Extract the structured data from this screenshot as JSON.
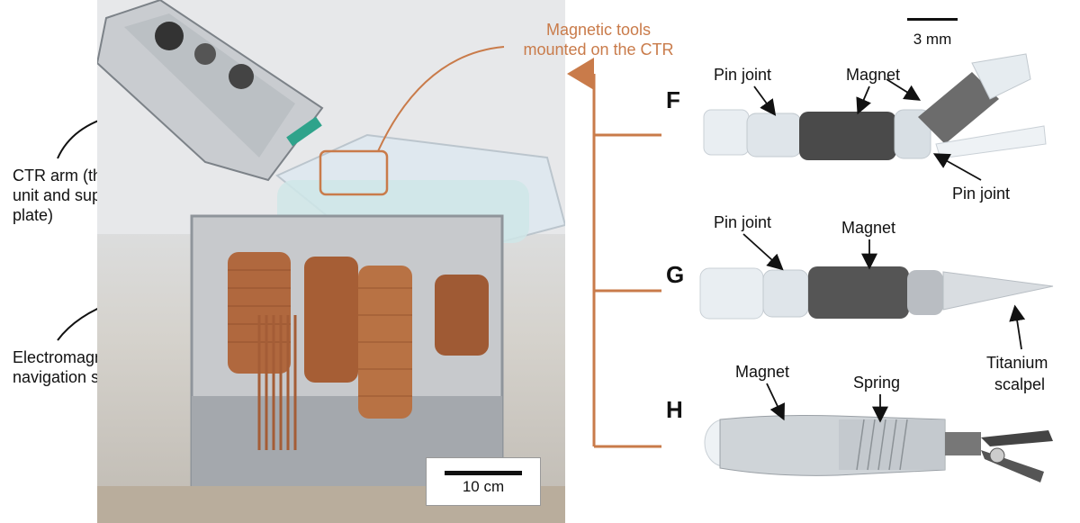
{
  "labels": {
    "ctr_arm": [
      "CTR arm (the drive",
      "unit and support",
      "plate)"
    ],
    "ems": [
      "Electromagnetic",
      "navigation system"
    ],
    "magnetic_tools": [
      "Magnetic tools",
      "mounted on the CTR"
    ],
    "scale_10cm": "10 cm",
    "scale_3mm": "3 mm"
  },
  "panels": [
    {
      "letter": "F",
      "labels": [
        "Pin joint",
        "Magnet",
        "Pin joint"
      ]
    },
    {
      "letter": "G",
      "labels": [
        "Pin joint",
        "Magnet",
        "Titanium",
        "scalpel"
      ]
    },
    {
      "letter": "H",
      "labels": [
        "Magnet",
        "Spring"
      ]
    }
  ],
  "colors": {
    "accent": "#c97b4a",
    "copper": "#b0683e",
    "frame": "#9aa0a6"
  }
}
